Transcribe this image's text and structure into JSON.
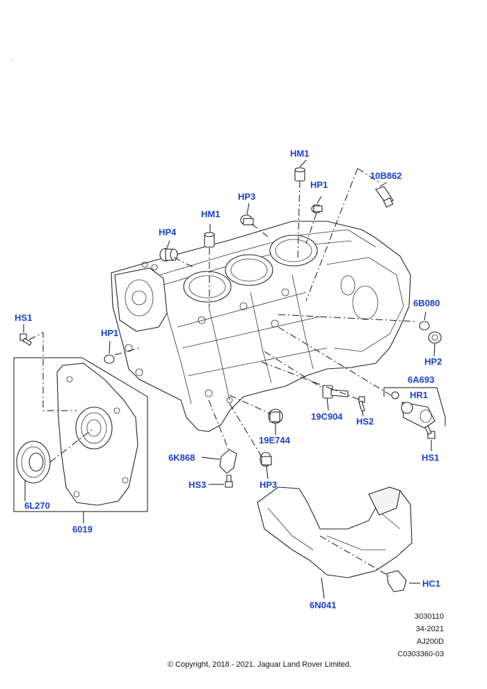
{
  "diagram": {
    "callouts": [
      {
        "id": "hm1-top",
        "label": "HM1"
      },
      {
        "id": "10b862",
        "label": "10B862"
      },
      {
        "id": "hp1-top",
        "label": "HP1"
      },
      {
        "id": "hp3-top",
        "label": "HP3"
      },
      {
        "id": "hm1-mid",
        "label": "HM1"
      },
      {
        "id": "hp4",
        "label": "HP4"
      },
      {
        "id": "hs1-left",
        "label": "HS1"
      },
      {
        "id": "hp1-left",
        "label": "HP1"
      },
      {
        "id": "6b080",
        "label": "6B080"
      },
      {
        "id": "hp2",
        "label": "HP2"
      },
      {
        "id": "6a693",
        "label": "6A693"
      },
      {
        "id": "hr1",
        "label": "HR1"
      },
      {
        "id": "19c904",
        "label": "19C904"
      },
      {
        "id": "hs2",
        "label": "HS2"
      },
      {
        "id": "hs1-right",
        "label": "HS1"
      },
      {
        "id": "19e744",
        "label": "19E744"
      },
      {
        "id": "6k868",
        "label": "6K868"
      },
      {
        "id": "hs3",
        "label": "HS3"
      },
      {
        "id": "hp3-bottom",
        "label": "HP3"
      },
      {
        "id": "6l270",
        "label": "6L270"
      },
      {
        "id": "6019",
        "label": "6019"
      },
      {
        "id": "hc1",
        "label": "HC1"
      },
      {
        "id": "6n041",
        "label": "6N041"
      }
    ]
  },
  "meta": {
    "line1": "3030110",
    "line2": "34-2021",
    "line3": "AJ200D",
    "line4": "C0303360-03"
  },
  "copyright": "© Copyright, 2018 - 2021. Jaguar Land Rover Limited."
}
